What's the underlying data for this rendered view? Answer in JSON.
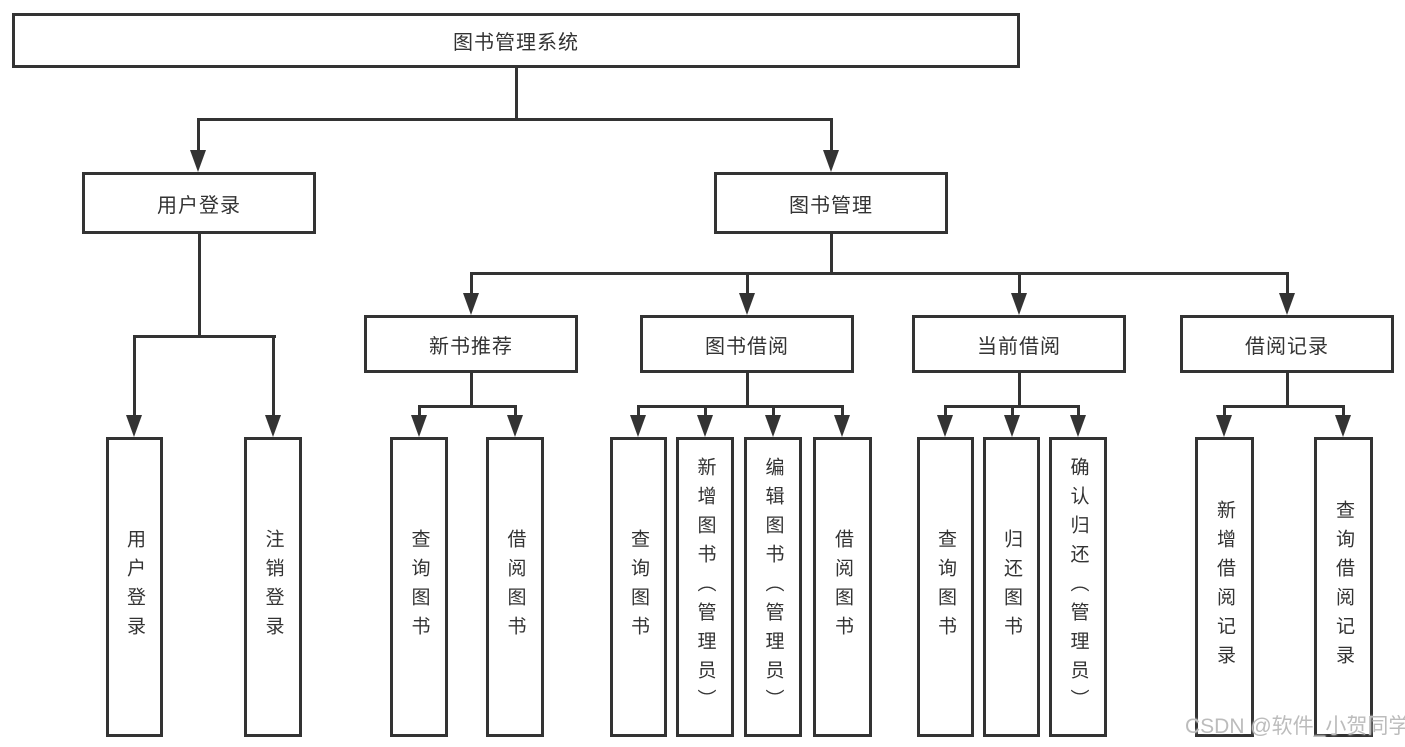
{
  "nodes": {
    "root": {
      "label": "图书管理系统"
    },
    "level2": {
      "user_login": {
        "label": "用户登录"
      },
      "book_management": {
        "label": "图书管理"
      }
    },
    "level3": {
      "new_book_recommend": {
        "label": "新书推荐"
      },
      "book_borrow": {
        "label": "图书借阅"
      },
      "current_borrow": {
        "label": "当前借阅"
      },
      "borrow_record": {
        "label": "借阅记录"
      }
    },
    "leaves": {
      "user_login": {
        "label": "用户登录"
      },
      "logout": {
        "label": "注销登录"
      },
      "recommend_query_book": {
        "label": "查询图书"
      },
      "recommend_borrow_book": {
        "label": "借阅图书"
      },
      "borrow_query_book": {
        "label": "查询图书"
      },
      "borrow_add_book": {
        "label": "新增图书（管理员）"
      },
      "borrow_edit_book": {
        "label": "编辑图书（管理员）"
      },
      "borrow_borrow_book": {
        "label": "借阅图书"
      },
      "current_query_book": {
        "label": "查询图书"
      },
      "current_return_book": {
        "label": "归还图书"
      },
      "current_confirm_return": {
        "label": "确认归还（管理员）"
      },
      "record_add_record": {
        "label": "新增借阅记录"
      },
      "record_query_record": {
        "label": "查询借阅记录"
      }
    }
  },
  "watermark": {
    "text": "CSDN @软件_小贺同学",
    "color": "#bcbcbc"
  },
  "colors": {
    "line": "#333333",
    "box_border": "#333333",
    "box_bg": "#ffffff",
    "text": "#333333",
    "page_bg": "#ffffff"
  }
}
